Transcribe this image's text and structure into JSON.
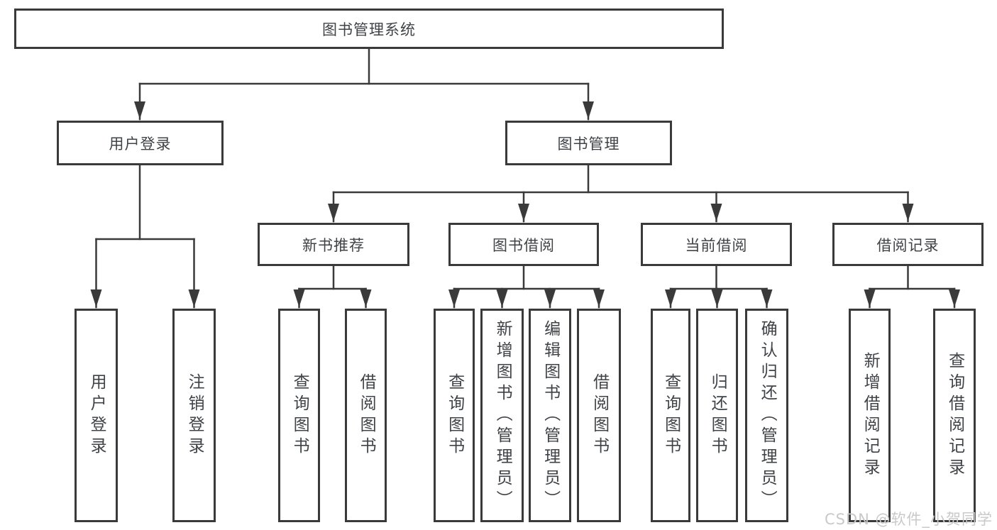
{
  "colors": {
    "line": "#3a3a3a",
    "text": "#3f4347",
    "background": "#ffffff",
    "watermark": "#c9c9c9"
  },
  "tree": {
    "root": {
      "label": "图书管理系统"
    },
    "level2": [
      {
        "label": "用户登录",
        "children": [
          "用户登录",
          "注销登录"
        ]
      },
      {
        "label": "图书管理"
      }
    ],
    "level3": [
      {
        "label": "新书推荐",
        "children": [
          "查询图书",
          "借阅图书"
        ]
      },
      {
        "label": "图书借阅",
        "children": [
          "查询图书",
          "新增图书（管理员）",
          "编辑图书（管理员）",
          "借阅图书"
        ]
      },
      {
        "label": "当前借阅",
        "children": [
          "查询图书",
          "归还图书",
          "确认归还（管理员）"
        ]
      },
      {
        "label": "借阅记录",
        "children": [
          "新增借阅记录",
          "查询借阅记录"
        ]
      }
    ]
  },
  "watermark": "CSDN @软件_小贺同学"
}
